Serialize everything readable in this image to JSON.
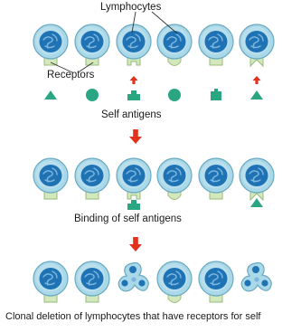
{
  "labels": {
    "lymphocytes": "Lymphocytes",
    "receptors": "Receptors",
    "self_antigens": "Self antigens",
    "binding": "Binding of self antigens",
    "clonal_deletion": "Clonal deletion of lymphocytes that have receptors for self"
  },
  "colors": {
    "cell_fill": "#a9d8e8",
    "cell_outline": "#6aa9c0",
    "nucleus": "#1f73b4",
    "nucleus_light": "#7db7df",
    "receptor_fill": "#d4e9bb",
    "receptor_outline": "#98ba7c",
    "antigen": "#2aa683",
    "arrow_red": "#e2311d"
  },
  "rows": [
    {
      "receptors": [
        "flat",
        "flat",
        "notch",
        "round",
        "flat",
        "vcut"
      ],
      "antigens": [
        "triangle",
        "circle",
        "plus",
        "circle",
        "house",
        "triangle"
      ]
    },
    {
      "receptors": [
        "flat",
        "flat",
        "notch",
        "round",
        "flat",
        "vcut"
      ],
      "bound": [
        "none",
        "none",
        "plus",
        "none",
        "none",
        "triangle"
      ]
    },
    {
      "cells": [
        "intact",
        "intact",
        "deleted",
        "intact",
        "intact",
        "deleted"
      ]
    }
  ]
}
